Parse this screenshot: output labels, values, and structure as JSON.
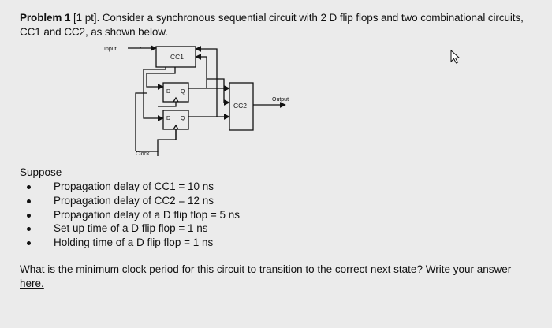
{
  "problem": {
    "label": "Problem 1",
    "points": "[1 pt].",
    "text": "Consider a synchronous sequential circuit with 2 D flip flops and two combinational circuits, CC1 and CC2, as shown below."
  },
  "diagram": {
    "input_label": "Input",
    "cc1_label": "CC1",
    "cc2_label": "CC2",
    "output_label": "Output",
    "clock_label": "Clock",
    "ff_d": "D",
    "ff_q": "Q"
  },
  "suppose": {
    "heading": "Suppose",
    "items": [
      "Propagation delay of CC1 = 10 ns",
      "Propagation delay of  CC2 = 12 ns",
      "Propagation delay of a D flip flop = 5 ns",
      "Set up time of a D flip flop = 1 ns",
      "Holding time of a D flip flop = 1 ns"
    ]
  },
  "question": {
    "text": "What is the minimum clock period for this circuit to transition to the correct next state?  Write your answer here."
  }
}
